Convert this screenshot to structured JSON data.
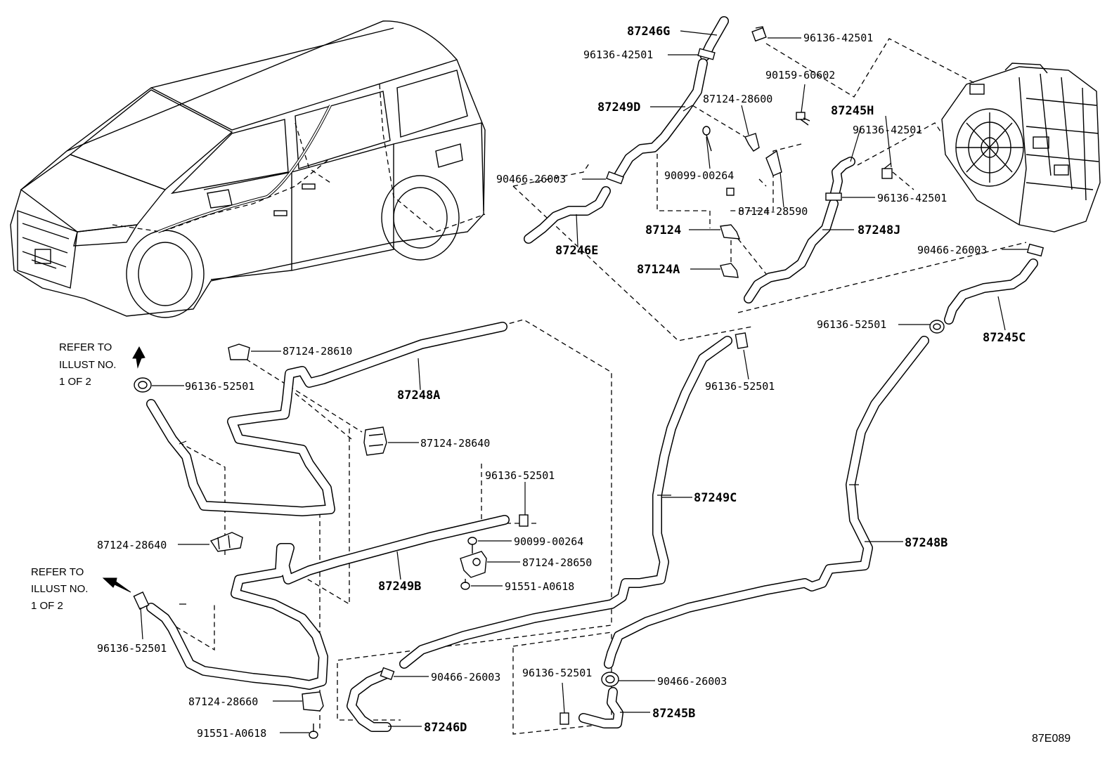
{
  "diagram": {
    "figure_code": "87E089",
    "refer_notes": [
      {
        "line1": "REFER TO",
        "line2": "ILLUST NO.",
        "line3": "1 OF 2"
      },
      {
        "line1": "REFER TO",
        "line2": "ILLUST NO.",
        "line3": "1 OF 2"
      }
    ],
    "callouts": {
      "c87246G": "87246G",
      "c96136_42501_a": "96136-42501",
      "c96136_42501_b": "96136-42501",
      "c90159_60602": "90159-60602",
      "c87249D": "87249D",
      "c87124_28600": "87124-28600",
      "c87245H": "87245H",
      "c96136_42501_c": "96136-42501",
      "c90466_26003_a": "90466-26003",
      "c90099_00264_a": "90099-00264",
      "c87124_28590": "87124-28590",
      "c96136_42501_d": "96136-42501",
      "c87124": "87124",
      "c87248J": "87248J",
      "c87246E": "87246E",
      "c90466_26003_b": "90466-26003",
      "c87124A": "87124A",
      "c96136_52501_a": "96136-52501",
      "c87245C": "87245C",
      "c87124_28610": "87124-28610",
      "c96136_52501_b": "96136-52501",
      "c96136_52501_c": "96136-52501",
      "c87248A": "87248A",
      "c87124_28640_a": "87124-28640",
      "c96136_52501_d": "96136-52501",
      "c87249C": "87249C",
      "c87124_28640_b": "87124-28640",
      "c90099_00264_b": "90099-00264",
      "c87248B": "87248B",
      "c87124_28650": "87124-28650",
      "c87249B": "87249B",
      "c91551_A0618_a": "91551-A0618",
      "c96136_52501_e": "96136-52501",
      "c96136_52501_f": "96136-52501",
      "c90466_26003_c": "90466-26003",
      "c90466_26003_d": "90466-26003",
      "c87124_28660": "87124-28660",
      "c87245B": "87245B",
      "c91551_A0618_b": "91551-A0618",
      "c87246D": "87246D"
    }
  }
}
